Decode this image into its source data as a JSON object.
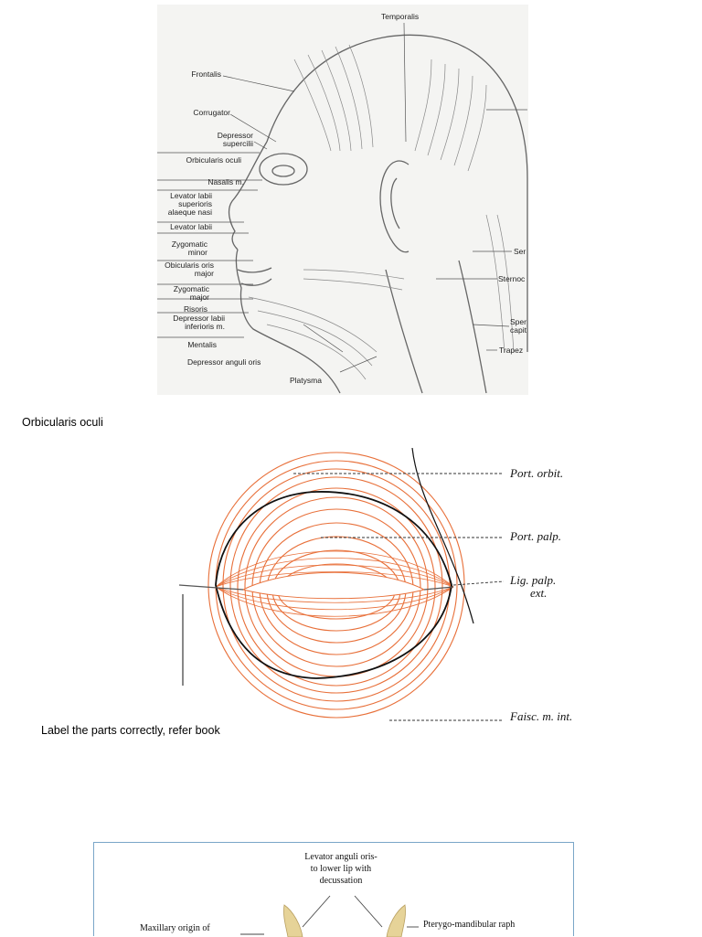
{
  "figure1": {
    "labels_left": [
      "Frontalis",
      "Corrugator",
      "Depressor supercilii",
      "Orbicularis oculi",
      "Nasalis m.",
      "Levator labii superioris alaeque nasi",
      "Levator labii",
      "Zygomatic minor",
      "Obicularis oris major",
      "Zygomatic major",
      "Risoris",
      "Depressor labii inferioris m.",
      "Mentalis"
    ],
    "label_top": "Temporalis",
    "label_bottom_1": "Depressor anguli oris",
    "label_bottom_2": "Platysma",
    "labels_right": [
      "Ser",
      "Sternoc",
      "Sper capit",
      "Trapez"
    ]
  },
  "caption_orbicularis": "Orbicularis oculi",
  "figure2": {
    "labels": [
      "Port. orbit.",
      "Port. palp.",
      "Lig. palp.",
      "ext.",
      "Faisc. m. int."
    ]
  },
  "instruction": "Label the parts correctly, refer book",
  "figure3": {
    "top_label": [
      "Levator anguli oris-",
      "to lower lip with",
      "decussation"
    ],
    "left_label": "Maxillary origin of",
    "right_label": "Pterygo-mandibular raph"
  },
  "colors": {
    "muscle": "#e8703a",
    "line": "#555555",
    "frame": "#7aa6c8"
  }
}
